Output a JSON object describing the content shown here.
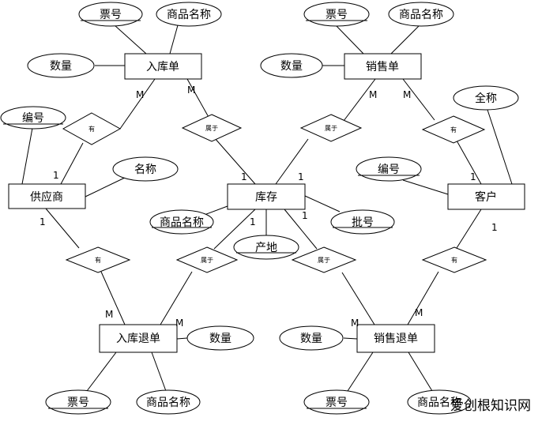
{
  "entities": {
    "ruku": "入库单",
    "xiaoshou": "销售单",
    "gongying": "供应商",
    "kucun": "库存",
    "kehu": "客户",
    "rukutui": "入库退单",
    "xiaoshoutui": "销售退单"
  },
  "attributes": {
    "ruku_piaohao": "票号",
    "ruku_mingcheng": "商品名称",
    "ruku_shuliang": "数量",
    "xs_piaohao": "票号",
    "xs_mingcheng": "商品名称",
    "xs_shuliang": "数量",
    "gy_bianhao": "编号",
    "gy_mingcheng": "名称",
    "kh_quancheng": "全称",
    "kh_bianhao": "编号",
    "kc_mingcheng": "商品名称",
    "kc_chandi": "产地",
    "kc_pihao": "批号",
    "rkt_shuliang": "数量",
    "rkt_piaohao": "票号",
    "rkt_mingcheng": "商品名称",
    "xst_shuliang": "数量",
    "xst_piaohao": "票号",
    "xst_mingcheng": "商品名称"
  },
  "relationships": {
    "r1": "有",
    "r2": "属于",
    "r3": "属于",
    "r4": "有",
    "r5": "有",
    "r6": "属于",
    "r7": "属于",
    "r8": "有"
  },
  "cardinalities": {
    "c1": "M",
    "c2": "M",
    "c3": "M",
    "c4": "M",
    "c5": "1",
    "c6": "1",
    "c7": "1",
    "c8": "1",
    "c9": "1",
    "c10": "1",
    "c11": "1",
    "c12": "1",
    "c13": "M",
    "c14": "M",
    "c15": "M",
    "c16": "M"
  },
  "watermark": "爱创根知识网"
}
